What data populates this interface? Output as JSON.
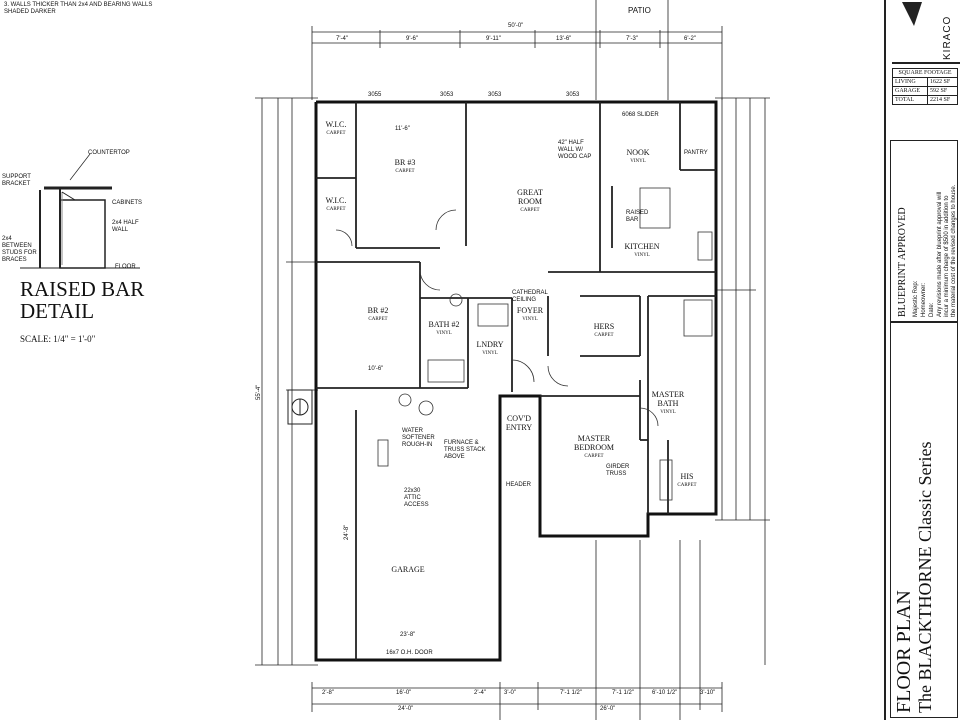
{
  "note": "3. WALLS THICKER THAN 2x4 AND BEARING WALLS SHADED DARKER",
  "bar_detail": {
    "title_line1": "RAISED BAR",
    "title_line2": "DETAIL",
    "scale": "SCALE: 1/4\" = 1'-0\"",
    "callouts": [
      "COUNTERTOP",
      "SUPPORT BRACKET",
      "CABINETS",
      "2x4 HALF WALL",
      "FLOOR",
      "2x4 BETWEEN STUDS FOR BRACES"
    ]
  },
  "patio": "PATIO",
  "rooms": {
    "wic1": {
      "name": "W.I.C.",
      "floor": "CARPET"
    },
    "wic2": {
      "name": "W.I.C.",
      "floor": "CARPET"
    },
    "br3": {
      "name": "BR #3",
      "floor": "CARPET"
    },
    "great_room": {
      "name": "GREAT ROOM",
      "floor": "CARPET"
    },
    "nook": {
      "name": "NOOK",
      "floor": "VINYL"
    },
    "kitchen": {
      "name": "KITCHEN",
      "floor": "VINYL"
    },
    "br2": {
      "name": "BR #2",
      "floor": "CARPET"
    },
    "bath2": {
      "name": "BATH #2",
      "floor": "VINYL"
    },
    "lndry": {
      "name": "LNDRY",
      "floor": "VINYL"
    },
    "foyer": {
      "name": "FOYER",
      "floor": "VINYL"
    },
    "hers": {
      "name": "HERS",
      "floor": "CARPET"
    },
    "master_bath": {
      "name": "MASTER BATH",
      "floor": "VINYL"
    },
    "covd_entry": {
      "name": "COV'D ENTRY"
    },
    "master_bedroom": {
      "name": "MASTER BEDROOM",
      "floor": "CARPET"
    },
    "his": {
      "name": "HIS",
      "floor": "CARPET"
    },
    "garage": {
      "name": "GARAGE"
    }
  },
  "plan_notes": {
    "water_softener": "WATER SOFTENER ROUGH-IN",
    "furnace": "FURNACE & TRUSS STACK ABOVE",
    "attic": "22x30 ATTIC ACCESS",
    "girder": "GIRDER TRUSS",
    "header": "HEADER",
    "half_wall": "42\" HALF WALL W/ WOOD CAP",
    "slider": "6068 SLIDER",
    "pantry": "PANTRY",
    "raised_bar": "RAISED BAR",
    "cathedral": "CATHEDRAL CEILING",
    "oh_door": "16x7 O.H. DOOR"
  },
  "dimensions": {
    "top_overall": "50'-0\"",
    "top_segments": [
      "7'-4\"",
      "9'-6\"",
      "9'-11\"",
      "13'-6\"",
      "7'-3\"",
      "6'-2\""
    ],
    "top_inner": [
      "3055",
      "3053",
      "3053",
      "3053"
    ],
    "bottom_segments": [
      "2'-8\"",
      "16'-0\"",
      "2'-4\"",
      "3'-0\"",
      "7'-1 1/2\"",
      "7'-1 1/2\"",
      "6'-10 1/2\"",
      "3'-10\""
    ],
    "bottom_overall": [
      "24'-0\"",
      "26'-0\""
    ],
    "left_overall": "55'-4\"",
    "garage_width": "23'-8\"",
    "garage_depth": "24'-8\"",
    "br3_width": "11'-6\"",
    "br2_width": "10'-6\""
  },
  "title_block": {
    "logo": "KIRACO",
    "sqft_header": "SQUARE FOOTAGE",
    "sqft_rows": [
      {
        "label": "LIVING",
        "value": "1622 SF"
      },
      {
        "label": "GARAGE",
        "value": "592 SF"
      },
      {
        "label": "TOTAL",
        "value": "2214 SF"
      }
    ],
    "approved": "BLUEPRINT APPROVED",
    "approved_lines": [
      "Majestic Rep:",
      "Homeowner:",
      "Date:",
      "Any revisions made after blueprint approval will",
      "incur a minimum charge of $500 in addition to",
      "the material cost of the revised changes to house."
    ],
    "plan_title": "FLOOR PLAN",
    "plan_subtitle": "The BLACKTHORNE  Classic Series"
  }
}
